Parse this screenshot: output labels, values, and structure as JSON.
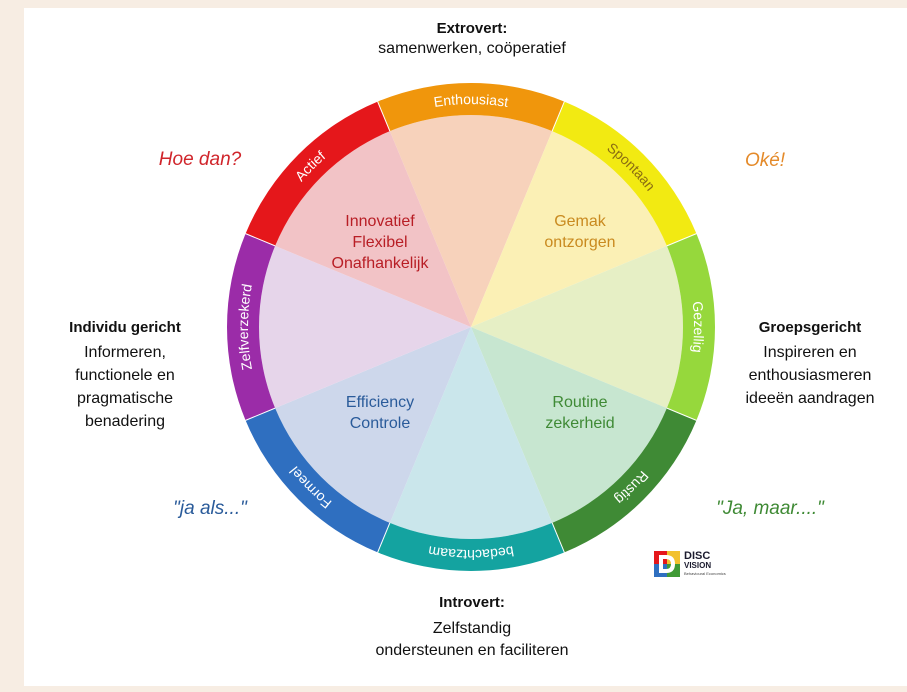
{
  "top": {
    "title": "Extrovert:",
    "subtitle": "samenwerken, coöperatief"
  },
  "bottom": {
    "title": "Introvert:",
    "line1": "Zelfstandig",
    "line2": "ondersteunen en faciliteren"
  },
  "left": {
    "title": "Individu gericht",
    "line1": "Informeren,",
    "line2": "functionele en",
    "line3": "pragmatische",
    "line4": "benadering"
  },
  "right": {
    "title": "Groepsgericht",
    "line1": "Inspireren en",
    "line2": "enthousiasmeren",
    "line3": "ideeën aandragen"
  },
  "quotes": {
    "top_left": "Hoe dan?",
    "top_right": "Oké!",
    "bottom_left": "\"ja als...\"",
    "bottom_right": "\"Ja, maar....\""
  },
  "quadrants": {
    "red": [
      "Innovatief",
      "Flexibel",
      "Onafhankelijk"
    ],
    "yellow": [
      "Gemak",
      "ontzorgen"
    ],
    "blue": [
      "Efficiency",
      "Controle"
    ],
    "green": [
      "Routine",
      "zekerheid"
    ]
  },
  "ring_labels": [
    "Enthousiast",
    "Spontaan",
    "Gezellig",
    "Rustig",
    "bedachtzaam",
    "Formeel",
    "Zelfverzekerd",
    "Actief"
  ],
  "colors": {
    "ring": [
      "#f0960c",
      "#f2ea12",
      "#96d83c",
      "#3f8a35",
      "#14a3a0",
      "#2f6fc0",
      "#9b2ca8",
      "#e5171b"
    ],
    "fill": [
      "#f7d2bb",
      "#fbf0b5",
      "#e6efc5",
      "#c7e6d0",
      "#cae6eb",
      "#cdd7eb",
      "#e6d5ea",
      "#f2c3c6"
    ],
    "red_text": "#b81e25",
    "yellow_text": "#c98a1f",
    "blue_text": "#2a5b9a",
    "green_text": "#3f8a35"
  },
  "logo": {
    "word1": "DISC",
    "word2": "VISION",
    "sub": "Behavioural Economics"
  }
}
